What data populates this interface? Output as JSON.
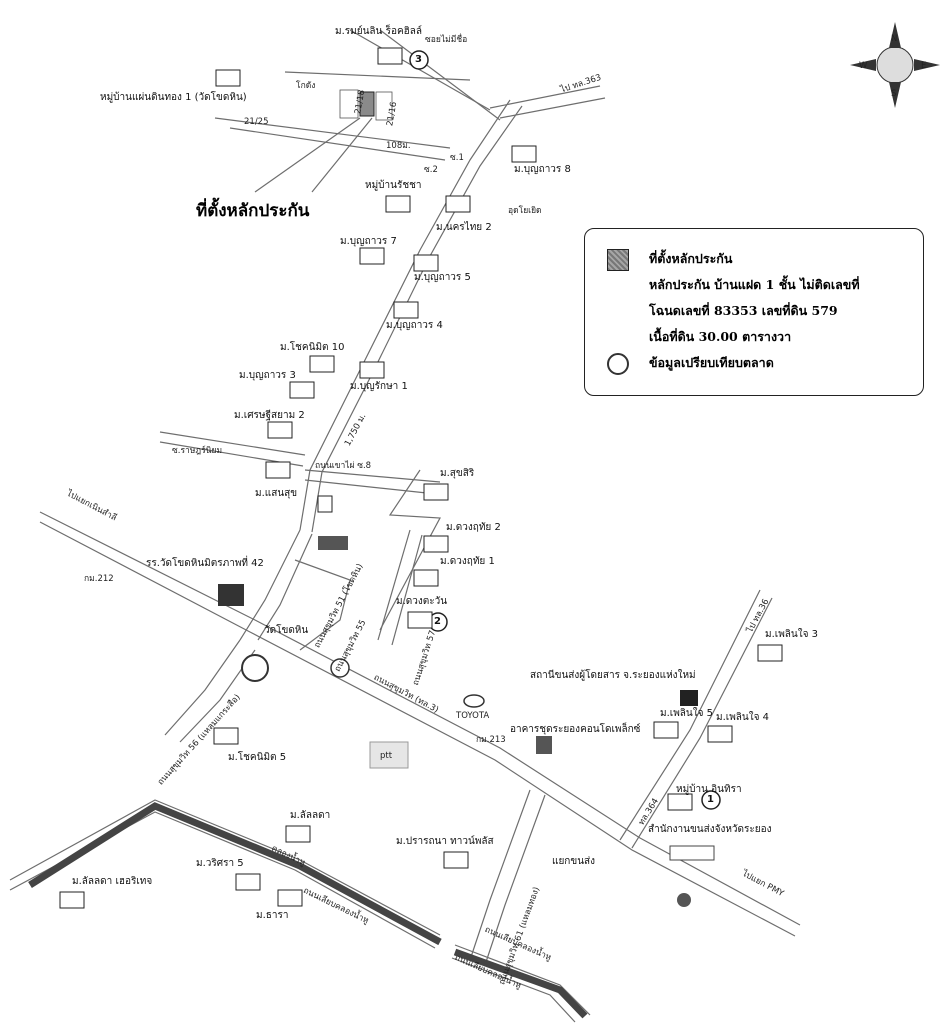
{
  "map": {
    "collateral_location": "ที่ตั้งหลักประกัน",
    "compass": {
      "n": "N",
      "s": "S",
      "e": "E",
      "w": "W"
    },
    "legend": {
      "item_collateral": "ที่ตั้งหลักประกัน",
      "line1": "หลักประกัน บ้านแฝด 1 ชั้น ไม่ติดเลขที่",
      "line2": "โฉนดเลขที่ 83353  เลขที่ดิน 579",
      "line3": "เนื้อที่ดิน 30.00 ตารางวา",
      "item_comparable": "ข้อมูลเปรียบเทียบตลาด"
    },
    "markers": [
      "3",
      "2",
      "1"
    ],
    "places": {
      "rainbow_rock": "ม.รมย์นลิน ร็อคฮิลล์",
      "soi_no_name": "ซอยไม่มีชื่อ",
      "saensin": "หมู่บ้านแผ่นดินทอง 1 (วัดโขดหิน)",
      "to_363": "ไป ทล.363",
      "bunthawon8": "ม.บุญถาวร 8",
      "utoyai": "อุดโยเยิด",
      "ratchada": "หมู่บ้านรัชชา",
      "nakhonthai2": "ม.นครไทย 2",
      "bunthawon7": "ม.บุญถาวร 7",
      "bunthawon5": "ม.บุญถาวร 5",
      "bunthawon4": "ม.บุญถาวร 4",
      "chokanimit10": "ม.โชคนิมิต 10",
      "bunthawon3": "ม.บุญถาวร 3",
      "bunraksa1": "ม.บุญรักษา 1",
      "setthisiam2": "ม.เศรษฐีสยาม 2",
      "rat_uthit": "ซ.ราษฎร์นิยม",
      "thanon_khao": "ถนนเขาไผ่ ซ.8",
      "saensuk": "ม.แสนสุข",
      "suksiri": "ม.สุขสิริ",
      "duangrit2": "ม.ดวงฤทัย 2",
      "duangrit1": "ม.ดวงฤทัย 1",
      "duangtawan": "ม.ดวงตะวัน",
      "to_noen": "ไปแยกเนินสำลี",
      "km212": "กม.212",
      "school": "รร.วัดโขดหินมิตรภาพที่ 42",
      "wat": "วัดโขดหิน",
      "sukhumvit51": "ถนนสุขุมวิท 51 (โขดหิน)",
      "sukhumvit55": "ถนนสุขุมวิท 55",
      "sukhumvit57": "ถนนสุขุมวิท 57",
      "sukhumvit56": "ถนนสุขุมวิท 56 (แหลมแกระสือ)",
      "sukhumvit_main": "ถนนสุขุมวิท (ทล.3)",
      "toyota": "TOYOTA",
      "km213": "กม.213",
      "ptt": "ptt",
      "phloenchai3": "ม.เพลินใจ 3",
      "bus_station": "สถานีขนส่งผู้โดยสาร จ.ระยองแห่งใหม่",
      "phloenchai5": "ม.เพลินใจ 5",
      "phloenchai4": "ม.เพลินใจ 4",
      "condo": "อาคารชุดระยองคอนโดเพล็กซ์",
      "to_36": "ไป ทล.36",
      "chokanimit5": "ม.โชคนิมิต 5",
      "tl364": "ทล.364",
      "inthira": "หมู่บ้าน อินทิรา",
      "transport_office": "สำนักงานขนส่งจังหวัดระยอง",
      "lanlada": "ม.ลัลลดา",
      "prannaka": "ม.ปรารถนา ทาวน์พลัส",
      "khonsong": "แยกขนส่ง",
      "waritsara5": "ม.วริศรา 5",
      "lanlada_hero": "ม.ลัลลดา เฮอริเทจ",
      "thara": "ม.ธารา",
      "sukhumvit61": "ถนนสุขุมวิท 61 (แหลมทอง)",
      "to_pmy": "ไปแยก PMY",
      "khlong": "คลองน้ำหู",
      "riap1": "ถนนเลียบคลองน้ำหู",
      "riap2": "ถนนเลียบคลองน้ำหู",
      "riap3": "ถนนเลียบคลองน้ำหู",
      "soi1": "ซ.1",
      "soi2": "ซ.2",
      "dist108": "108ม.",
      "dist1750": "1,750 ม.",
      "lot_2118": "21/18",
      "lot_2116": "21/16",
      "lot_2125": "21/25",
      "khongkhet": "โกดัง"
    }
  }
}
